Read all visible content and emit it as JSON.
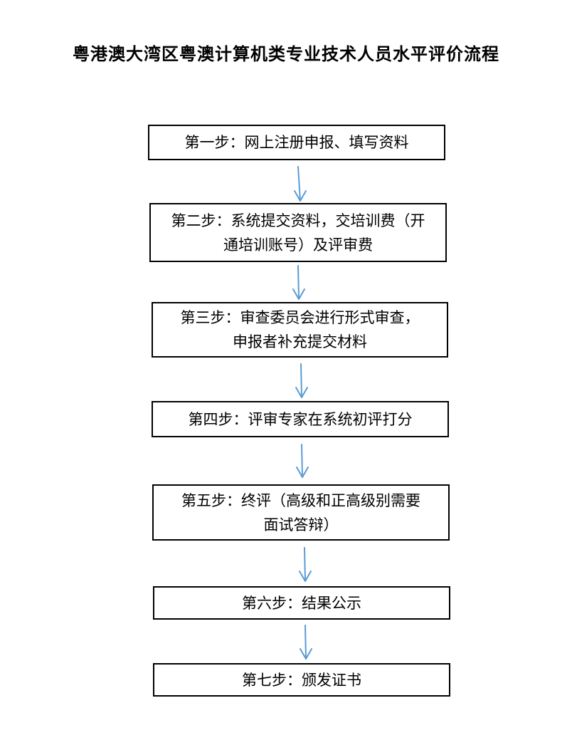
{
  "title": "粤港澳大湾区粤澳计算机类专业技术人员水平评价流程",
  "steps": [
    {
      "line1": "第一步：网上注册申报、填写资料",
      "line2": ""
    },
    {
      "line1": "第二步：系统提交资料，交培训费（开",
      "line2": "通培训账号）及评审费"
    },
    {
      "line1": "第三步：审查委员会进行形式审查，",
      "line2": "申报者补充提交材料"
    },
    {
      "line1": "第四步：评审专家在系统初评打分",
      "line2": ""
    },
    {
      "line1": "第五步：终评（高级和正高级别需要",
      "line2": "面试答辩）"
    },
    {
      "line1": "第六步：结果公示",
      "line2": ""
    },
    {
      "line1": "第七步：颁发证书",
      "line2": ""
    }
  ],
  "colors": {
    "arrow": "#5b9bd5",
    "border": "#000000"
  }
}
